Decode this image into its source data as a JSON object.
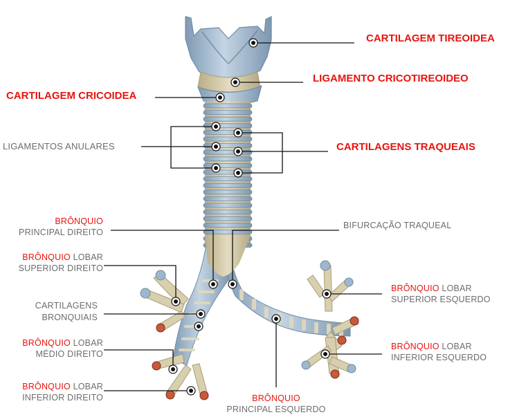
{
  "colors": {
    "accent_red": "#e8140e",
    "gray_text": "#6c6c6c",
    "cartilage_blue": "#9fb7cc",
    "ligament_beige": "#d8cfae",
    "leader_line": "#111111"
  },
  "labels": {
    "cartilagem_tireoidea": "CARTILAGEM TIREOIDEA",
    "ligamento_cricotireoideo": "LIGAMENTO CRICOTIREOIDEO",
    "cartilagem_cricoidea": "CARTILAGEM CRICOIDEA",
    "ligamentos_anulares": "LIGAMENTOS ANULARES",
    "cartilagens_traqueais": "CARTILAGENS TRAQUEAIS",
    "bronquio_principal_direito": {
      "word": "BRÔNQUIO",
      "line2": "PRINCIPAL DIREITO"
    },
    "bifurcacao_traqueal": "BIFURCAÇÃO  TRAQUEAL",
    "bronquio_lobar_superior_direito": {
      "word": "BRÔNQUIO",
      "rest": " LOBAR",
      "line2": "SUPERIOR DIREITO"
    },
    "cartilagens_bronquiais": {
      "line1": "CARTILAGENS",
      "line2": "BRONQUIAIS"
    },
    "bronquio_lobar_superior_esquerdo": {
      "word": "BRÔNQUIO",
      "rest": " LOBAR",
      "line2": "SUPERIOR ESQUERDO"
    },
    "bronquio_lobar_medio_direito": {
      "word": "BRÔNQUIO",
      "rest": " LOBAR",
      "line2": "MÉDIO DIREITO"
    },
    "bronquio_lobar_inferior_esquerdo": {
      "word": "BRÔNQUIO",
      "rest": " LOBAR",
      "line2": "INFERIOR ESQUERDO"
    },
    "bronquio_lobar_inferior_direito": {
      "word": "BRÔNQUIO",
      "rest": " LOBAR",
      "line2": "INFERIOR DIREITO"
    },
    "bronquio_principal_esquerdo": {
      "word": "BRÔNQUIO",
      "line2": "PRINCIPAL ESQUERDO"
    }
  }
}
